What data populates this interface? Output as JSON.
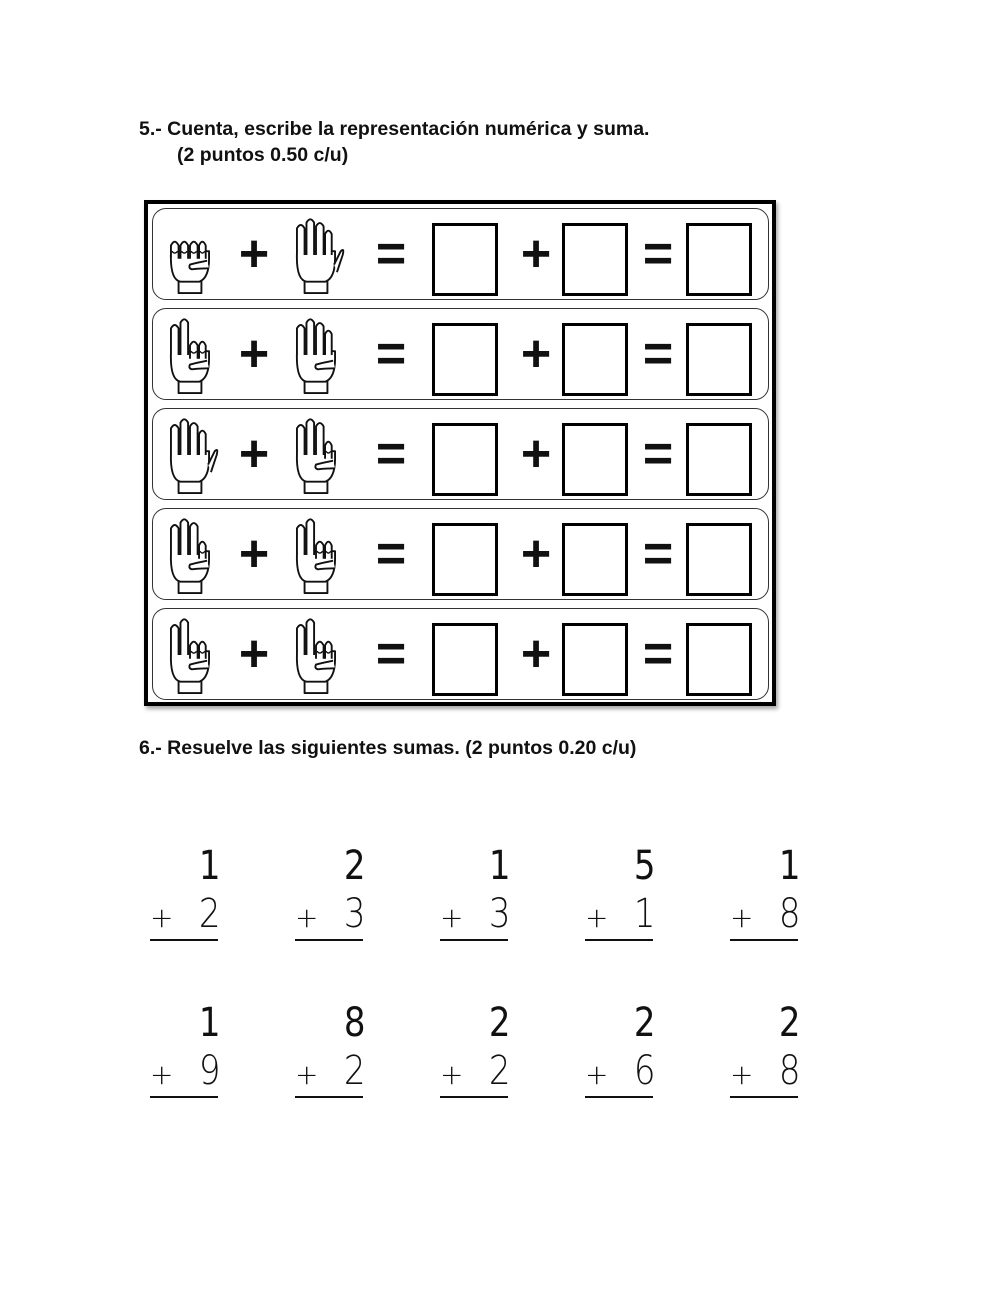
{
  "exercise5": {
    "title": "5.- Cuenta, escribe la representación numérica y suma.",
    "subtitle": "(2 puntos 0.50 c/u)",
    "plus": "+",
    "equals": "=",
    "rows": [
      {
        "left_fingers": 0,
        "right_fingers": 5
      },
      {
        "left_fingers": 2,
        "right_fingers": 4
      },
      {
        "left_fingers": 5,
        "right_fingers": 3
      },
      {
        "left_fingers": 3,
        "right_fingers": 2
      },
      {
        "left_fingers": 2,
        "right_fingers": 2
      }
    ]
  },
  "exercise6": {
    "title": "6.- Resuelve las siguientes sumas. (2 puntos 0.20 c/u)",
    "plus": "+",
    "sums": [
      {
        "top": "1",
        "bottom": "2"
      },
      {
        "top": "2",
        "bottom": "3"
      },
      {
        "top": "1",
        "bottom": "3"
      },
      {
        "top": "5",
        "bottom": "1"
      },
      {
        "top": "1",
        "bottom": "8"
      },
      {
        "top": "1",
        "bottom": "9"
      },
      {
        "top": "8",
        "bottom": "2"
      },
      {
        "top": "2",
        "bottom": "2"
      },
      {
        "top": "2",
        "bottom": "6"
      },
      {
        "top": "2",
        "bottom": "8"
      }
    ]
  }
}
